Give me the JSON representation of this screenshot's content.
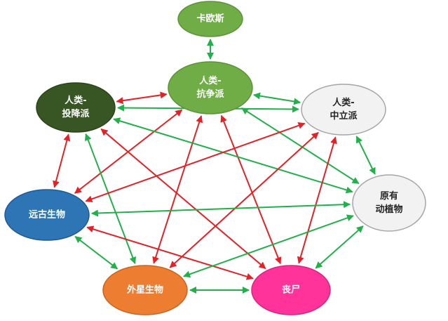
{
  "colors": {
    "green_edge": "#22b04a",
    "red_edge": "#e32227"
  },
  "nodes": [
    {
      "id": "kaos",
      "lines": [
        "卡欧斯"
      ],
      "fill": "#70ad47",
      "stroke": "#5b9438",
      "text_color": "#ffffff"
    },
    {
      "id": "resist",
      "lines": [
        "人类-",
        "抗争派"
      ],
      "fill": "#70ad47",
      "stroke": "#5b9438",
      "text_color": "#ffffff"
    },
    {
      "id": "surrender",
      "lines": [
        "人类-",
        "投降派"
      ],
      "fill": "#375623",
      "stroke": "#2a4419",
      "text_color": "#ffffff"
    },
    {
      "id": "neutral",
      "lines": [
        "人类-",
        "中立派"
      ],
      "fill": "#f2f2f2",
      "stroke": "#a6a6a6",
      "text_color": "#262626"
    },
    {
      "id": "ancient",
      "lines": [
        "远古生物"
      ],
      "fill": "#2e75b6",
      "stroke": "#1f5a91",
      "text_color": "#ffffff"
    },
    {
      "id": "native",
      "lines": [
        "原有",
        "动植物"
      ],
      "fill": "#f2f2f2",
      "stroke": "#a6a6a6",
      "text_color": "#262626"
    },
    {
      "id": "alien",
      "lines": [
        "外星生物"
      ],
      "fill": "#ed7d31",
      "stroke": "#c8651f",
      "text_color": "#ffffff"
    },
    {
      "id": "zombie",
      "lines": [
        "丧尸"
      ],
      "fill": "#ff3399",
      "stroke": "#d9237f",
      "text_color": "#ffffff"
    }
  ],
  "edges": [
    {
      "from": "kaos",
      "to": "resist",
      "color": "green"
    },
    {
      "from": "resist",
      "to": "surrender",
      "color": "red"
    },
    {
      "from": "resist",
      "to": "neutral",
      "color": "green"
    },
    {
      "from": "resist",
      "to": "ancient",
      "color": "red"
    },
    {
      "from": "resist",
      "to": "native",
      "color": "green"
    },
    {
      "from": "resist",
      "to": "alien",
      "color": "red"
    },
    {
      "from": "resist",
      "to": "zombie",
      "color": "red"
    },
    {
      "from": "surrender",
      "to": "neutral",
      "color": "green"
    },
    {
      "from": "surrender",
      "to": "ancient",
      "color": "red"
    },
    {
      "from": "surrender",
      "to": "native",
      "color": "green"
    },
    {
      "from": "surrender",
      "to": "alien",
      "color": "green"
    },
    {
      "from": "surrender",
      "to": "zombie",
      "color": "red"
    },
    {
      "from": "neutral",
      "to": "ancient",
      "color": "red"
    },
    {
      "from": "neutral",
      "to": "native",
      "color": "green"
    },
    {
      "from": "neutral",
      "to": "alien",
      "color": "red"
    },
    {
      "from": "neutral",
      "to": "zombie",
      "color": "red"
    },
    {
      "from": "ancient",
      "to": "native",
      "color": "green"
    },
    {
      "from": "ancient",
      "to": "alien",
      "color": "green"
    },
    {
      "from": "ancient",
      "to": "zombie",
      "color": "red"
    },
    {
      "from": "native",
      "to": "alien",
      "color": "green"
    },
    {
      "from": "native",
      "to": "zombie",
      "color": "green"
    },
    {
      "from": "alien",
      "to": "zombie",
      "color": "green"
    }
  ]
}
